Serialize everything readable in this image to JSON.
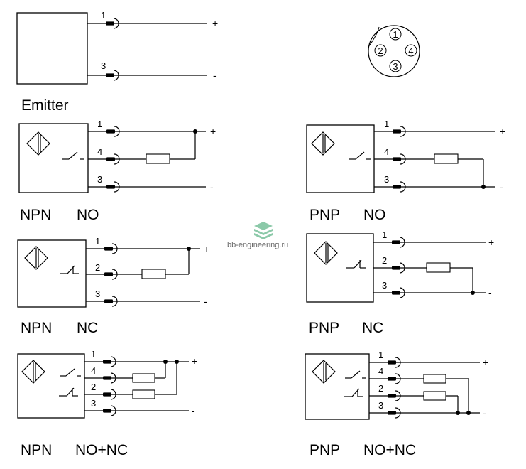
{
  "watermark": {
    "text": "bb-engineering.ru",
    "icon": "stacked-books-icon",
    "icon_color": "#8cc9a9"
  },
  "connector": {
    "pins": [
      "1",
      "2",
      "3",
      "4"
    ]
  },
  "diagrams": {
    "emitter": {
      "caption": "Emitter",
      "pins": [
        "1",
        "3"
      ],
      "signs": [
        "+",
        "-"
      ]
    },
    "npn_no": {
      "caption_type": "NPN",
      "caption_mode": "NO",
      "pins": [
        "1",
        "4",
        "3"
      ],
      "signs": [
        "+",
        "-"
      ]
    },
    "pnp_no": {
      "caption_type": "PNP",
      "caption_mode": "NO",
      "pins": [
        "1",
        "4",
        "3"
      ],
      "signs": [
        "+",
        "-"
      ]
    },
    "npn_nc": {
      "caption_type": "NPN",
      "caption_mode": "NC",
      "pins": [
        "1",
        "2",
        "3"
      ],
      "signs": [
        "+",
        "-"
      ]
    },
    "pnp_nc": {
      "caption_type": "PNP",
      "caption_mode": "NC",
      "pins": [
        "1",
        "2",
        "3"
      ],
      "signs": [
        "+",
        "-"
      ]
    },
    "npn_no_nc": {
      "caption_type": "NPN",
      "caption_mode": "NO+NC",
      "pins": [
        "1",
        "4",
        "2",
        "3"
      ],
      "signs": [
        "+",
        "-"
      ]
    },
    "pnp_no_nc": {
      "caption_type": "PNP",
      "caption_mode": "NO+NC",
      "pins": [
        "1",
        "4",
        "2",
        "3"
      ],
      "signs": [
        "+",
        "-"
      ]
    }
  }
}
